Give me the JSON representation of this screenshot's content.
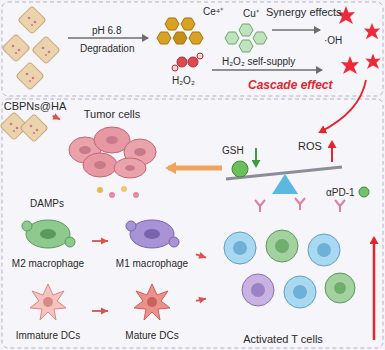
{
  "diagram": {
    "nodes": [
      {
        "text": [
          "CBPNs@HA"
        ]
      },
      {
        "text": [
          "Tumor cells"
        ]
      },
      {
        "text": [
          "M2 macrophage"
        ]
      },
      {
        "text": [
          "M1 macrophage"
        ]
      },
      {
        "text": [
          "Immature DCs"
        ]
      },
      {
        "text": [
          "Mature DCs"
        ]
      },
      {
        "text": [
          "Activated T cells"
        ]
      }
    ],
    "edges": [
      {
        "from": 0,
        "to": 1,
        "arrow": "to"
      },
      {
        "from": 2,
        "to": 3,
        "arrow": "to"
      },
      {
        "from": 4,
        "to": 5,
        "arrow": "to"
      },
      {
        "from": 3,
        "to": 6,
        "arrow": "to"
      },
      {
        "from": 5,
        "to": 6,
        "arrow": "to"
      }
    ],
    "labels": [
      "pH 6.8",
      "Degradation",
      "Ce⁴⁺",
      "Cu⁺",
      "H₂O₂",
      "Synergy effects",
      "·OH",
      "H₂O₂ self-supply",
      "Cascade effect",
      "GSH",
      "ROS",
      "DAMPs",
      "αPD-1"
    ]
  }
}
